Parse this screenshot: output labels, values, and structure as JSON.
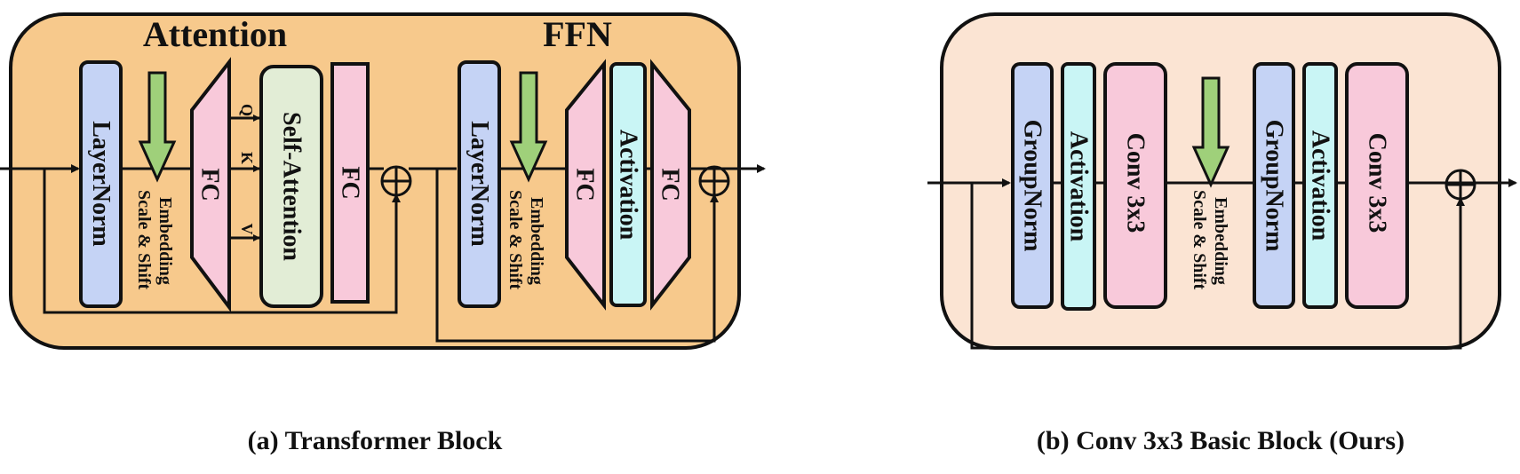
{
  "colors": {
    "panel_a": "#f7c98c",
    "panel_b": "#fbe4d3",
    "norm": "#c5d3f5",
    "activation": "#c9f5f5",
    "fc": "#f8c9da",
    "self_attention": "#e2edd6",
    "conv": "#f8c9da",
    "embed_arrow": "#9fd07a"
  },
  "panel_a": {
    "title_attention": "Attention",
    "title_ffn": "FFN",
    "layernorm_1": "LayerNorm",
    "fc_qkv": "FC",
    "q": "Q",
    "k": "K",
    "v": "V",
    "self_attention": "Self-Attention",
    "fc_out": "FC",
    "embed_1_line1": "Embedding",
    "embed_1_line2": "Scale & Shift",
    "layernorm_2": "LayerNorm",
    "embed_2_line1": "Embedding",
    "embed_2_line2": "Scale & Shift",
    "fc_up": "FC",
    "activation": "Activation",
    "fc_down": "FC",
    "caption": "(a) Transformer Block"
  },
  "panel_b": {
    "groupnorm_1": "GroupNorm",
    "activation_1": "Activation",
    "conv_1": "Conv 3x3",
    "embed_line1": "Embedding",
    "embed_line2": "Scale & Shift",
    "groupnorm_2": "GroupNorm",
    "activation_2": "Activation",
    "conv_2": "Conv 3x3",
    "caption": "(b) Conv 3x3 Basic Block (Ours)"
  }
}
